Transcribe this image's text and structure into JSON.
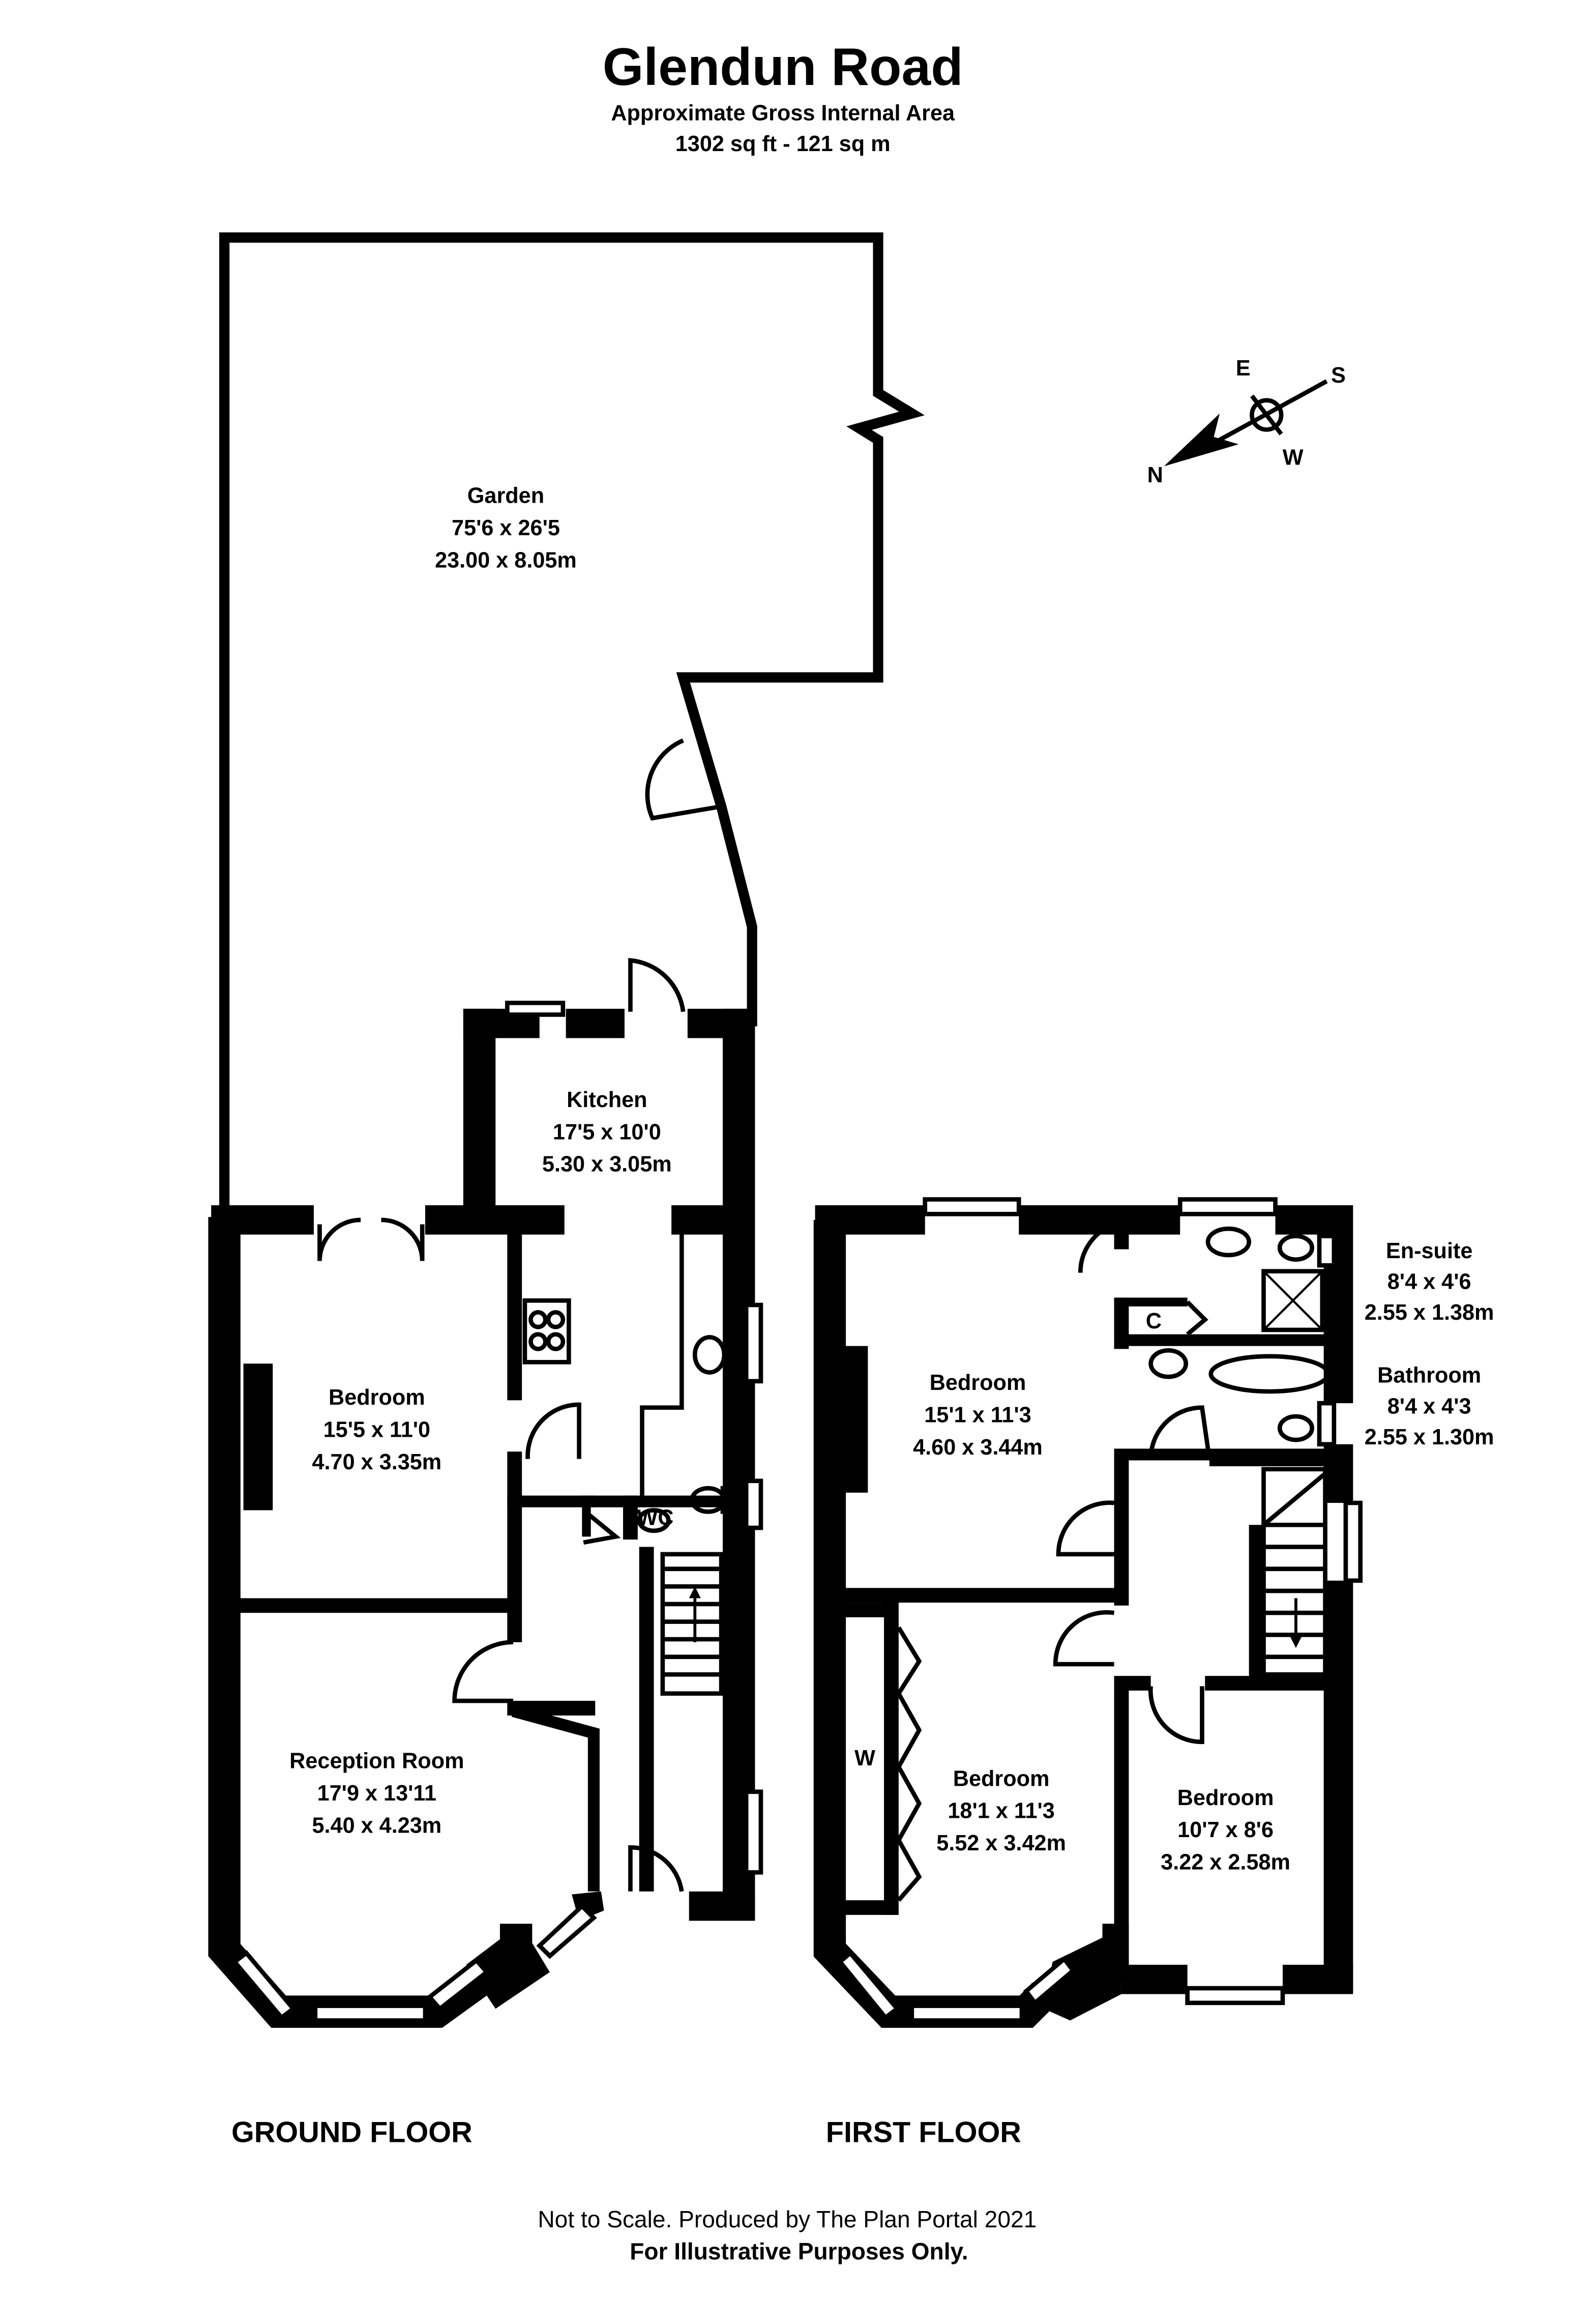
{
  "header": {
    "title": "Glendun Road",
    "area_label": "Approximate Gross Internal Area",
    "area_value": "1302 sq ft - 121 sq m"
  },
  "compass": {
    "n": "N",
    "e": "E",
    "s": "S",
    "w": "W"
  },
  "rooms": {
    "garden": {
      "name": "Garden",
      "imperial": "75'6 x 26'5",
      "metric": "23.00 x 8.05m"
    },
    "kitchen": {
      "name": "Kitchen",
      "imperial": "17'5 x 10'0",
      "metric": "5.30 x 3.05m"
    },
    "bedroom_g": {
      "name": "Bedroom",
      "imperial": "15'5 x 11'0",
      "metric": "4.70 x 3.35m"
    },
    "wc": {
      "name": "WC"
    },
    "reception": {
      "name": "Reception Room",
      "imperial": "17'9 x 13'11",
      "metric": "5.40 x 4.23m"
    },
    "bedroom_1": {
      "name": "Bedroom",
      "imperial": "15'1 x 11'3",
      "metric": "4.60 x 3.44m"
    },
    "ensuite": {
      "name": "En-suite",
      "imperial": "8'4 x 4'6",
      "metric": "2.55 x 1.38m"
    },
    "cupboard": {
      "name": "C"
    },
    "bathroom": {
      "name": "Bathroom",
      "imperial": "8'4 x 4'3",
      "metric": "2.55 x 1.30m"
    },
    "wardrobe": {
      "name": "W"
    },
    "bedroom_2": {
      "name": "Bedroom",
      "imperial": "18'1 x 11'3",
      "metric": "5.52 x 3.42m"
    },
    "bedroom_3": {
      "name": "Bedroom",
      "imperial": "10'7 x 8'6",
      "metric": "3.22 x 2.58m"
    }
  },
  "floors": {
    "ground": "GROUND FLOOR",
    "first": "FIRST FLOOR"
  },
  "footer": {
    "line1": "Not to Scale. Produced by The Plan Portal 2021",
    "line2": "For Illustrative Purposes Only."
  }
}
